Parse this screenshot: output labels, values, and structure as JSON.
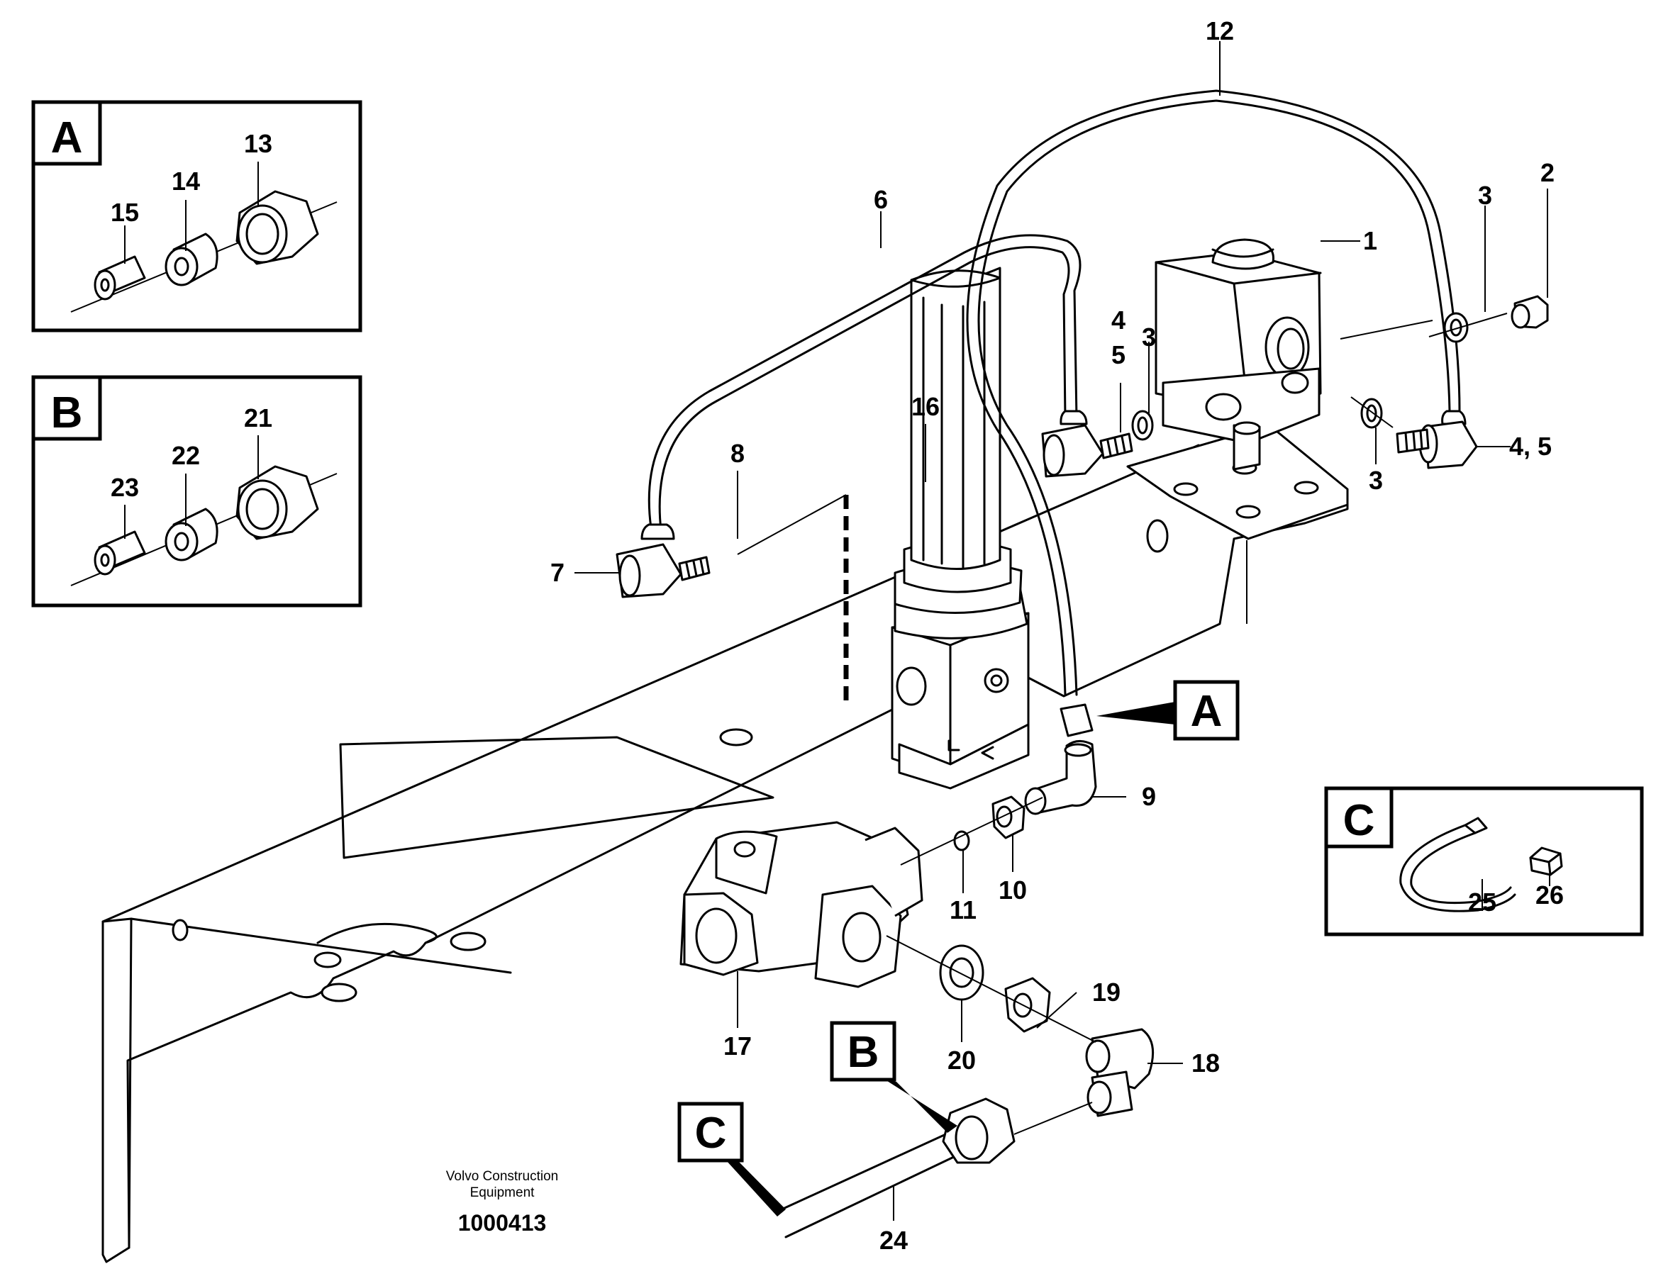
{
  "callouts": {
    "1": "1",
    "2": "2",
    "3a": "3",
    "3b": "3",
    "3c": "3",
    "4": "4",
    "5": "5",
    "45": "4, 5",
    "6": "6",
    "7": "7",
    "8": "8",
    "9": "9",
    "10": "10",
    "11": "11",
    "12": "12",
    "13": "13",
    "14": "14",
    "15": "15",
    "16": "16",
    "17": "17",
    "18": "18",
    "19": "19",
    "20": "20",
    "21": "21",
    "22": "22",
    "23": "23",
    "24": "24",
    "25": "25",
    "26": "26"
  },
  "detail_labels": {
    "a_inset": "A",
    "b_inset": "B",
    "c_inset": "C",
    "a_ref": "A",
    "b_ref": "B",
    "c_ref": "C"
  },
  "caption": {
    "line1": "Volvo Construction",
    "line2": "Equipment",
    "doc_number": "1000413"
  }
}
